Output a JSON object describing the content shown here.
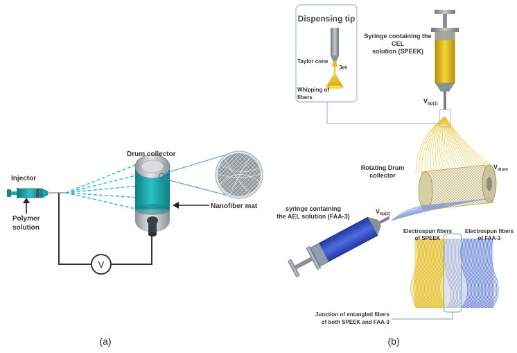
{
  "panel_a": {
    "caption": "(a)",
    "injector": "Injector",
    "polymer_line1": "Polymer",
    "polymer_line2": "solution",
    "drum_collector": "Drum collector",
    "nanofiber_mat": "Nanofiber mat",
    "voltage": "V"
  },
  "panel_b": {
    "caption": "(b)",
    "dispensing_tip": "Dispensing tip",
    "taylor_cone": "Taylor cone",
    "jet": "Jet",
    "whipping_line1": "Whipping of",
    "whipping_line2": "fibers",
    "syringe_cel_line1": "Syringe containing the",
    "syringe_cel_line2": "CEL",
    "syringe_cel_line3": "solution (SPEEK)",
    "vtip1_main": "V",
    "vtip1_sub": "tip(1)",
    "rotating_drum_line1": "Rotating Drum",
    "rotating_drum_line2": "collector",
    "vdrum_main": "V",
    "vdrum_sub": "drum",
    "syringe_ael_line1": "syringe containing",
    "syringe_ael_line2": "the AEL solution (FAA-3)",
    "vtip2_main": "V",
    "vtip2_sub": "tip(2)",
    "electrospun_speek_line1": "Electrospun fibers",
    "electrospun_speek_line2": "of SPEEK",
    "electrospun_faa_line1": "Electrospun fibers",
    "electrospun_faa_line2": "of FAA-3",
    "junction_line1": "Junction of entangled fibers",
    "junction_line2": "of both SPEEK and FAA-3"
  },
  "colors": {
    "cyan": "#1aa7ad",
    "cyan_dark": "#12868b",
    "speek_yellow": "#e8c21a",
    "faa_blue": "#3a55c8",
    "steel": "#8a9196",
    "line": "#333333"
  }
}
